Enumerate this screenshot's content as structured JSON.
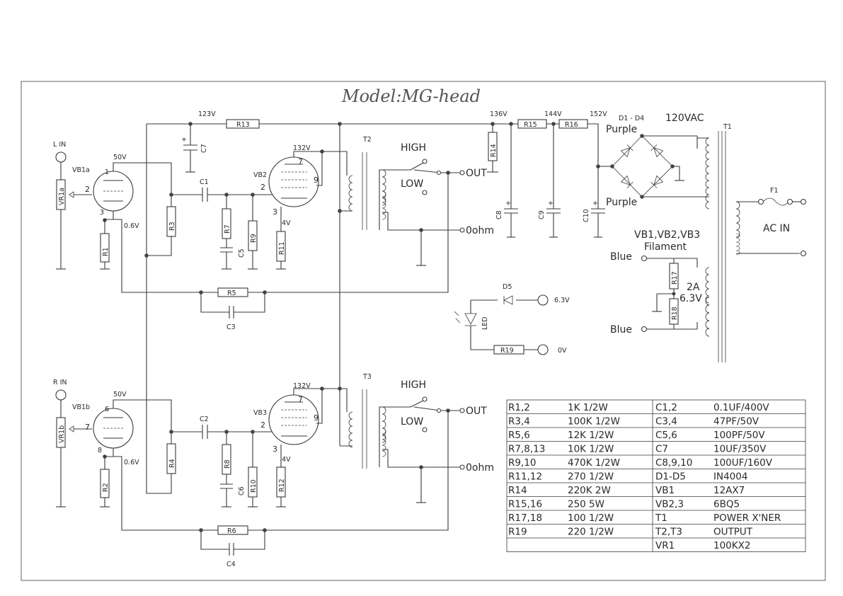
{
  "title": "Model:MG-head",
  "voltages": {
    "v123": "123V",
    "v136": "136V",
    "v144": "144V",
    "v152": "152V",
    "v132a": "132V",
    "v132b": "132V",
    "v50a": "50V",
    "v50b": "50V",
    "v06a": "0.6V",
    "v06b": "0.6V",
    "v4a": "4V",
    "v4b": "4V",
    "v63": "6.3V",
    "v0": "0V",
    "vac": "120VAC"
  },
  "ports": {
    "l_in": "L IN",
    "r_in": "R IN",
    "high_a": "HIGH",
    "low_a": "LOW",
    "out_a": "OUT",
    "ohm_a": "0ohm",
    "high_b": "HIGH",
    "low_b": "LOW",
    "out_b": "OUT",
    "ohm_b": "0ohm",
    "ac_in": "AC IN",
    "blue1": "Blue",
    "blue2": "Blue",
    "purple1": "Purple",
    "purple2": "Purple",
    "fil1": "VB1,VB2,VB3",
    "fil2": "Filament",
    "fil_a": "2A",
    "fil_v": "6.3V",
    "d_range": "D1 - D4"
  },
  "refs": {
    "vb1a": "VB1a",
    "vb1b": "VB1b",
    "vb2": "VB2",
    "vb3": "VB3",
    "vr1a": "VR1a",
    "vr1b": "VR1b",
    "r1": "R1",
    "r2": "R2",
    "r3": "R3",
    "r4": "R4",
    "r5": "R5",
    "r6": "R6",
    "r7": "R7",
    "r8": "R8",
    "r9": "R9",
    "r10": "R10",
    "r11": "R11",
    "r12": "R12",
    "r13": "R13",
    "r14": "R14",
    "r15": "R15",
    "r16": "R16",
    "r17": "R17",
    "r18": "R18",
    "r19": "R19",
    "c1": "C1",
    "c2": "C2",
    "c3": "C3",
    "c4": "C4",
    "c5": "C5",
    "c6": "C6",
    "c7": "C7",
    "c8": "C8",
    "c9": "C9",
    "c10": "C10",
    "t1": "T1",
    "t2": "T2",
    "t3": "T3",
    "d5": "D5",
    "led": "LED",
    "f1": "F1"
  },
  "pins": {
    "a1": "1",
    "a2": "2",
    "a3": "3",
    "b6": "6",
    "b7": "7",
    "b8": "8",
    "g7": "7",
    "g2": "2",
    "g9": "9",
    "g3": "3",
    "h7": "7",
    "h2": "2",
    "h9": "9",
    "h3": "3"
  },
  "bom": [
    {
      "ref": "R1,2",
      "val": "1K  1/2W",
      "ref2": "C1,2",
      "val2": "0.1UF/400V"
    },
    {
      "ref": "R3,4",
      "val": "100K  1/2W",
      "ref2": "C3,4",
      "val2": "47PF/50V"
    },
    {
      "ref": "R5,6",
      "val": "12K  1/2W",
      "ref2": "C5,6",
      "val2": "100PF/50V"
    },
    {
      "ref": "R7,8,13",
      "val": "10K  1/2W",
      "ref2": "C7",
      "val2": "10UF/350V"
    },
    {
      "ref": "R9,10",
      "val": "470K  1/2W",
      "ref2": "C8,9,10",
      "val2": "100UF/160V"
    },
    {
      "ref": "R11,12",
      "val": "270  1/2W",
      "ref2": "D1-D5",
      "val2": "IN4004"
    },
    {
      "ref": "R14",
      "val": "220K  2W",
      "ref2": "VB1",
      "val2": "12AX7"
    },
    {
      "ref": "R15,16",
      "val": "250  5W",
      "ref2": "VB2,3",
      "val2": "6BQ5"
    },
    {
      "ref": "R17,18",
      "val": "100  1/2W",
      "ref2": "T1",
      "val2": "POWER X'NER"
    },
    {
      "ref": "R19",
      "val": "220  1/2W",
      "ref2": "T2,T3",
      "val2": "OUTPUT"
    },
    {
      "ref": "",
      "val": "",
      "ref2": "VR1",
      "val2": "100KX2"
    }
  ]
}
